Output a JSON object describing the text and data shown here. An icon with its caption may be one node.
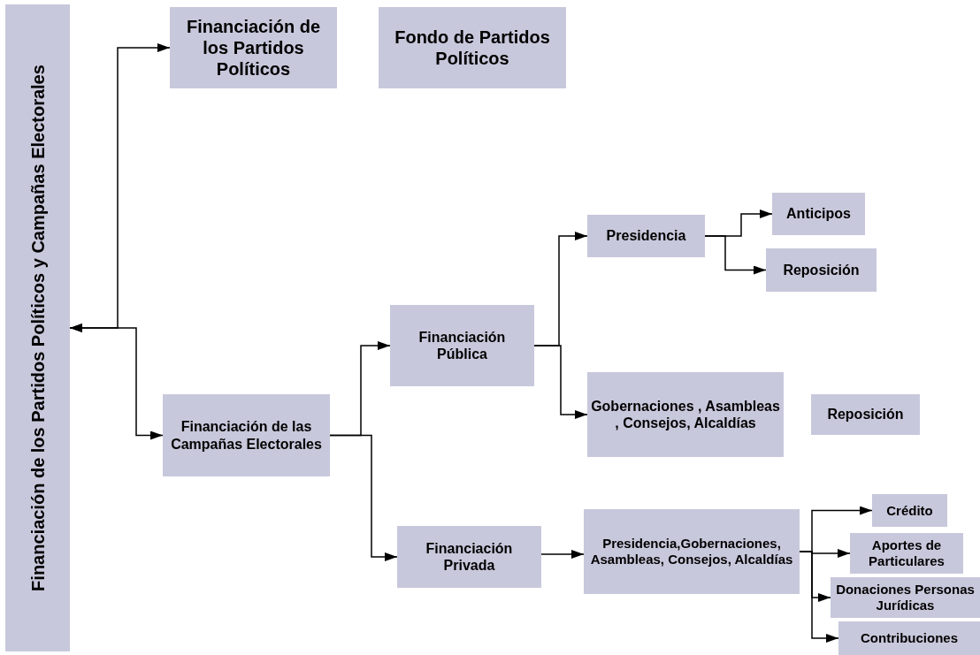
{
  "diagram": {
    "nodes": [
      {
        "text": [
          "Financiación de los Partidos Políticos y Campañas Electorales"
        ]
      },
      {
        "text": [
          "Financiación de los Partidos Políticos"
        ]
      },
      {
        "text": [
          "Fondo de Partidos Políticos"
        ]
      },
      {
        "text": [
          "Financiación de las Campañas Electorales"
        ]
      },
      {
        "text": [
          "Financiación Pública"
        ]
      },
      {
        "text": [
          "Financiación Privada"
        ]
      },
      {
        "text": [
          "Presidencia"
        ]
      },
      {
        "text": [
          "Gobernaciones , Asambleas , Consejos, Alcaldías"
        ]
      },
      {
        "text": [
          "Anticipos"
        ]
      },
      {
        "text": [
          "Reposición"
        ]
      },
      {
        "text": [
          "Reposición"
        ]
      },
      {
        "text": [
          "Presidencia,Gobernaciones, Asambleas, Consejos, Alcaldías"
        ]
      },
      {
        "text": [
          "Crédito"
        ]
      },
      {
        "text": [
          "Aportes de Particulares"
        ]
      },
      {
        "text": [
          "Donaciones Personas Jurídicas"
        ]
      },
      {
        "text": [
          "Contribuciones"
        ]
      }
    ],
    "edges": [
      {
        "from": 0,
        "to": 1,
        "arrow": "both"
      },
      {
        "from": 0,
        "to": 3,
        "arrow": "both"
      },
      {
        "from": 3,
        "to": 4,
        "arrow": "to"
      },
      {
        "from": 3,
        "to": 5,
        "arrow": "to"
      },
      {
        "from": 4,
        "to": 6,
        "arrow": "to"
      },
      {
        "from": 4,
        "to": 7,
        "arrow": "to"
      },
      {
        "from": 6,
        "to": 8,
        "arrow": "to"
      },
      {
        "from": 6,
        "to": 9,
        "arrow": "to"
      },
      {
        "from": 5,
        "to": 11,
        "arrow": "to"
      },
      {
        "from": 11,
        "to": 12,
        "arrow": "to"
      },
      {
        "from": 11,
        "to": 13,
        "arrow": "to"
      },
      {
        "from": 11,
        "to": 14,
        "arrow": "to"
      },
      {
        "from": 11,
        "to": 15,
        "arrow": "to"
      }
    ]
  }
}
